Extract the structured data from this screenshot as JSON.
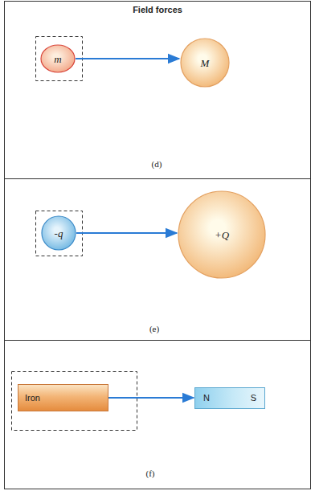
{
  "diagram": {
    "title": "Field forces",
    "nodes": [
      {
        "text": [
          "m"
        ]
      },
      {
        "text": [
          "M"
        ]
      },
      {
        "text": [
          "-q"
        ]
      },
      {
        "text": [
          "+Q"
        ]
      },
      {
        "text": [
          "Iron"
        ]
      },
      {
        "text": [
          "N",
          "S"
        ]
      }
    ],
    "edges": [
      {
        "from": 0,
        "to": 1,
        "arrow": "to"
      },
      {
        "from": 2,
        "to": 3,
        "arrow": "to"
      },
      {
        "from": 4,
        "to": 5,
        "arrow": "to"
      }
    ],
    "labels": [
      "(d)",
      "(e)",
      "(f)"
    ]
  }
}
